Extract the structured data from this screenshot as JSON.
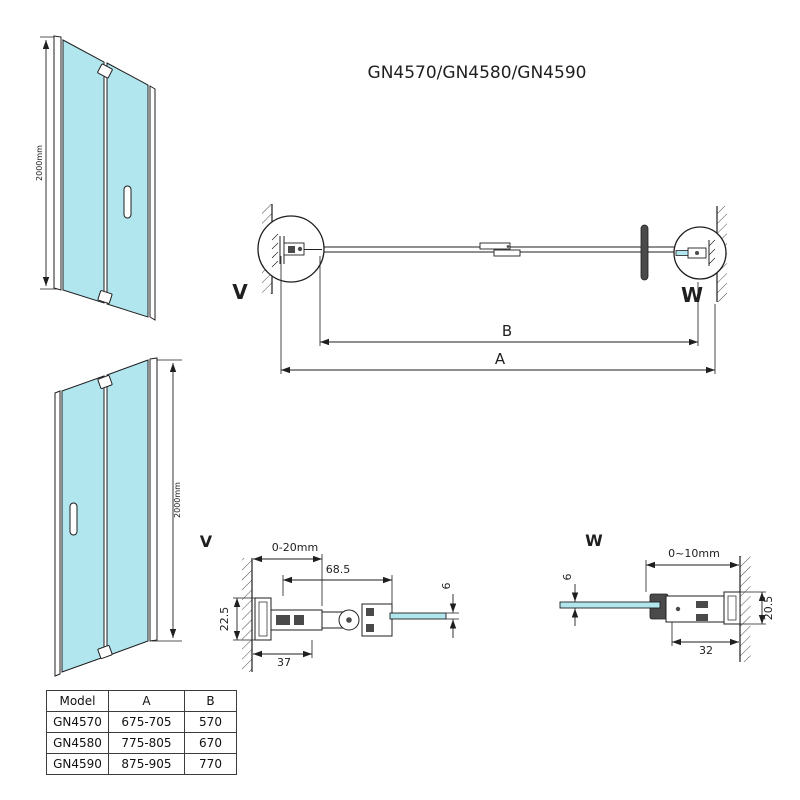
{
  "title": "GN4570/GN4580/GN4590",
  "colors": {
    "glass": "#b2e6ef",
    "line": "#1f1f1f",
    "dark_detail": "#4a4a4a"
  },
  "elevation": {
    "height_label": "2000mm"
  },
  "plan": {
    "detail_v_label": "V",
    "detail_w_label": "W",
    "dim_a_label": "A",
    "dim_b_label": "B"
  },
  "detail_v": {
    "label": "V",
    "adjust_range": "0-20mm",
    "overall_width": "68.5",
    "profile_depth": "22.5",
    "wall_profile_width": "37",
    "glass_thickness": "6"
  },
  "detail_w": {
    "label": "W",
    "adjust_range": "0~10mm",
    "glass_thickness": "6",
    "profile_depth": "20.5",
    "profile_width": "32"
  },
  "table": {
    "headers": [
      "Model",
      "A",
      "B"
    ],
    "rows": [
      [
        "GN4570",
        "675-705",
        "570"
      ],
      [
        "GN4580",
        "775-805",
        "670"
      ],
      [
        "GN4590",
        "875-905",
        "770"
      ]
    ]
  }
}
